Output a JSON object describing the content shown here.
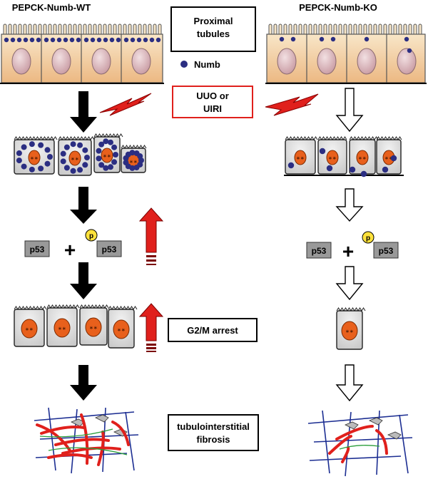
{
  "columns": {
    "wt_title": "PEPCK-Numb-WT",
    "ko_title": "PEPCK-Numb-KO"
  },
  "legend": {
    "proximal_tubules": [
      "Proximal",
      "tubules"
    ],
    "numb": "Numb",
    "injury": [
      "UUO or",
      "UIRI"
    ],
    "g2m_arrest": "G2/M arrest",
    "fibrosis": [
      "tubulointerstitial",
      "fibrosis"
    ]
  },
  "proteins": {
    "p53": "p53",
    "phospho": "p",
    "plus": "+"
  },
  "colors": {
    "cell_top": "#f8e6c8",
    "cell_bottom": "#ecb882",
    "nucleus": "#d8b4ba",
    "numb_dot": "#2b2e82",
    "injured_cell": "#dcdcdc",
    "arrested_nucleus": "#e8601c",
    "arrow_red": "#e0201c",
    "injury_box_border": "#e0201c",
    "fibrosis_blue": "#1c2e92",
    "fibrosis_red": "#e0201c",
    "fibrosis_green": "#2a9e3a"
  }
}
